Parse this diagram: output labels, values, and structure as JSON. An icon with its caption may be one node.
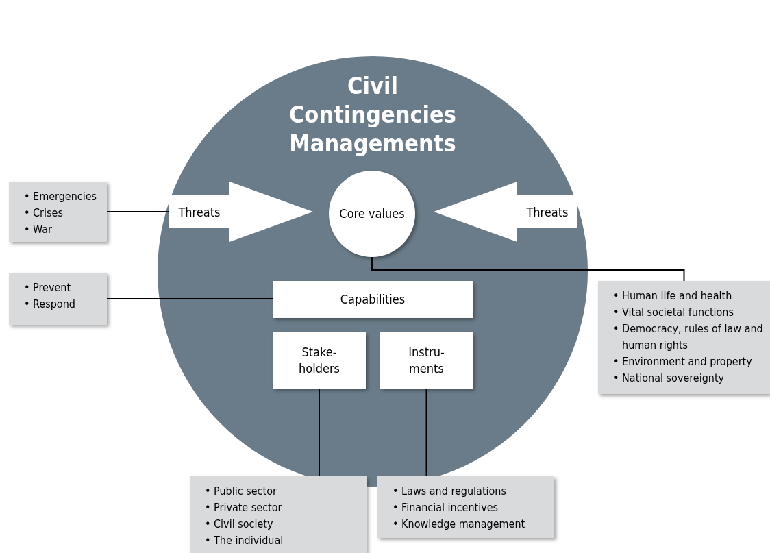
{
  "diagram": {
    "nodes": [
      {
        "text": [
          "Civil Contingencies Managements"
        ]
      },
      {
        "text": [
          "Threats"
        ],
        "in": 0
      },
      {
        "text": [
          "Core values"
        ],
        "in": 0
      },
      {
        "text": [
          "Threats"
        ],
        "in": 0
      },
      {
        "text": [
          "Capabilities"
        ],
        "in": 0
      },
      {
        "text": [
          "Stake- holders"
        ],
        "in": 0
      },
      {
        "text": [
          "Instru- ments"
        ],
        "in": 0
      },
      {
        "text": [
          "• Emergencies",
          "• Crises",
          "• War"
        ]
      },
      {
        "text": [
          "• Prevent",
          "• Respond"
        ]
      },
      {
        "text": [
          "• Human life and health",
          "• Vital societal functions",
          "• Democracy, rules of law and human rights",
          "• Environment and property",
          "• National sovereignty"
        ]
      },
      {
        "text": [
          "• Public sector",
          "• Private sector",
          "• Civil society",
          "• The individual"
        ]
      },
      {
        "text": [
          "• Laws and regulations",
          "• Financial incentives",
          "• Knowledge management"
        ]
      }
    ],
    "edges": [
      {
        "from": 7,
        "to": 1,
        "arrow": "none"
      },
      {
        "from": 8,
        "to": 4,
        "arrow": "none"
      },
      {
        "from": 2,
        "to": 9,
        "arrow": "none"
      },
      {
        "from": 5,
        "to": 10,
        "arrow": "none"
      },
      {
        "from": 6,
        "to": 11,
        "arrow": "none"
      }
    ]
  }
}
